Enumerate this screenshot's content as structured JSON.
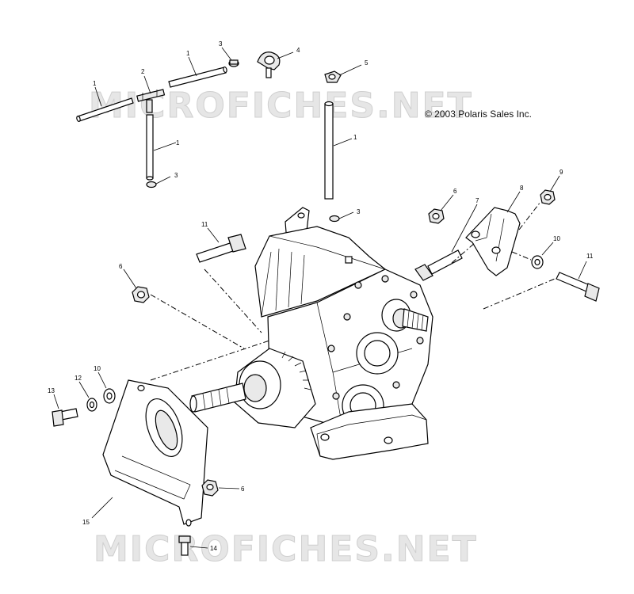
{
  "watermarks": [
    "MICROFICHES.NET",
    "MICROFICHES.NET"
  ],
  "copyright": "© 2003 Polaris Sales Inc.",
  "callouts": [
    "1",
    "2",
    "3",
    "4",
    "5",
    "1",
    "1",
    "1",
    "3",
    "3",
    "1",
    "6",
    "7",
    "8",
    "9",
    "10",
    "11",
    "11",
    "6",
    "13",
    "12",
    "10",
    "6",
    "15",
    "14"
  ]
}
